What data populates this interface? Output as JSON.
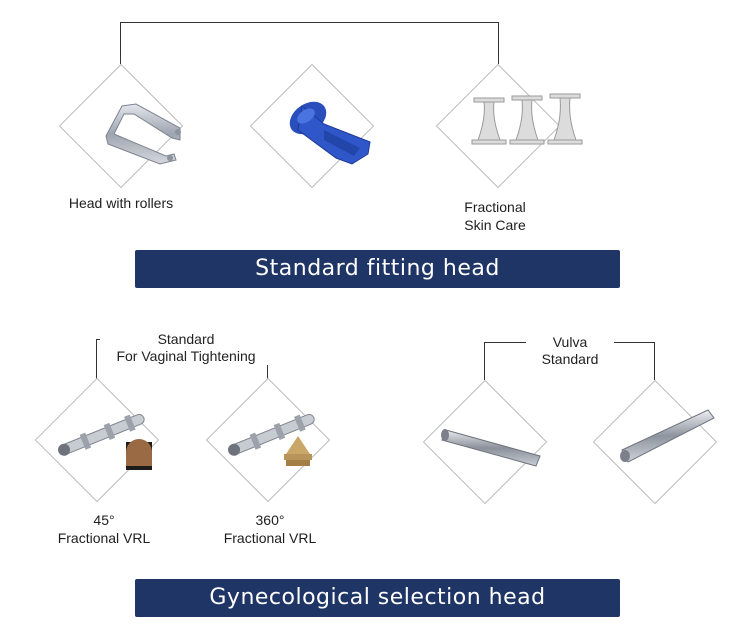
{
  "sections": {
    "standard": {
      "banner": "Standard fitting head",
      "items": [
        {
          "label": "Head with rollers"
        },
        {
          "label": ""
        },
        {
          "label_lines": [
            "Fractional",
            "Skin Care"
          ]
        }
      ]
    },
    "gynecological": {
      "banner": "Gynecological selection head",
      "left_group_label": [
        "Standard",
        "For Vaginal Tightening"
      ],
      "right_group_label": [
        "Vulva",
        "Standard"
      ],
      "items": [
        {
          "label_lines": [
            "45°",
            "Fractional VRL"
          ]
        },
        {
          "label_lines": [
            "360°",
            "Fractional VRL"
          ]
        }
      ]
    }
  },
  "colors": {
    "banner": "#1f3566",
    "connector": "#333333",
    "diamond_border": "#bdbdbd",
    "metal": "#b8bcc4",
    "blue_part": "#2f57c9",
    "brown_tip": "#9a6a44",
    "gold_tip": "#c9a768"
  },
  "icons": [
    "roller-head-icon",
    "blue-cap-head-icon",
    "fractional-tips-icon",
    "vrl-45-probe-icon",
    "vrl-360-probe-icon",
    "vulva-probe-icon",
    "standard-probe-icon"
  ]
}
